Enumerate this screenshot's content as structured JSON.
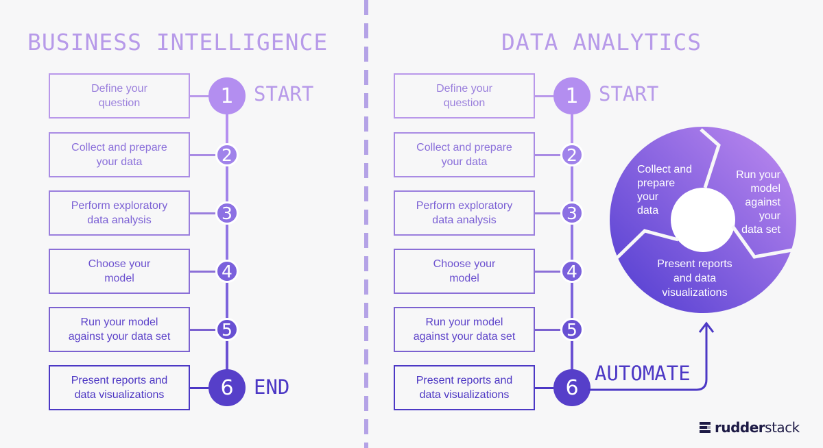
{
  "left": {
    "title": "BUSINESS INTELLIGENCE",
    "start_label": "START",
    "end_label": "END"
  },
  "right": {
    "title": "DATA ANALYTICS",
    "start_label": "START",
    "automate_label": "AUTOMATE"
  },
  "steps": [
    {
      "number": "1",
      "lines": [
        "Define your",
        "question"
      ]
    },
    {
      "number": "2",
      "lines": [
        "Collect and prepare",
        "your data"
      ]
    },
    {
      "number": "3",
      "lines": [
        "Perform exploratory",
        "data analysis"
      ]
    },
    {
      "number": "4",
      "lines": [
        "Choose your",
        "model"
      ]
    },
    {
      "number": "5",
      "lines": [
        "Run your model",
        "against your data set"
      ]
    },
    {
      "number": "6",
      "lines": [
        "Present reports and",
        "data visualizations"
      ]
    }
  ],
  "cycle": {
    "segment_1": [
      "Collect and",
      "prepare",
      "your",
      "data"
    ],
    "segment_2": [
      "Run your",
      "model",
      "against",
      "your",
      "data set"
    ],
    "segment_3": [
      "Present reports",
      "and data",
      "visualizations"
    ]
  },
  "brand": {
    "name_bold": "rudder",
    "name_rest": "stack",
    "icon": "rudderstack-logo-icon"
  },
  "colors": [
    "#b38ef0",
    "#a082ea",
    "#8c70e3",
    "#7a60dc",
    "#6850d3",
    "#563fc9"
  ]
}
